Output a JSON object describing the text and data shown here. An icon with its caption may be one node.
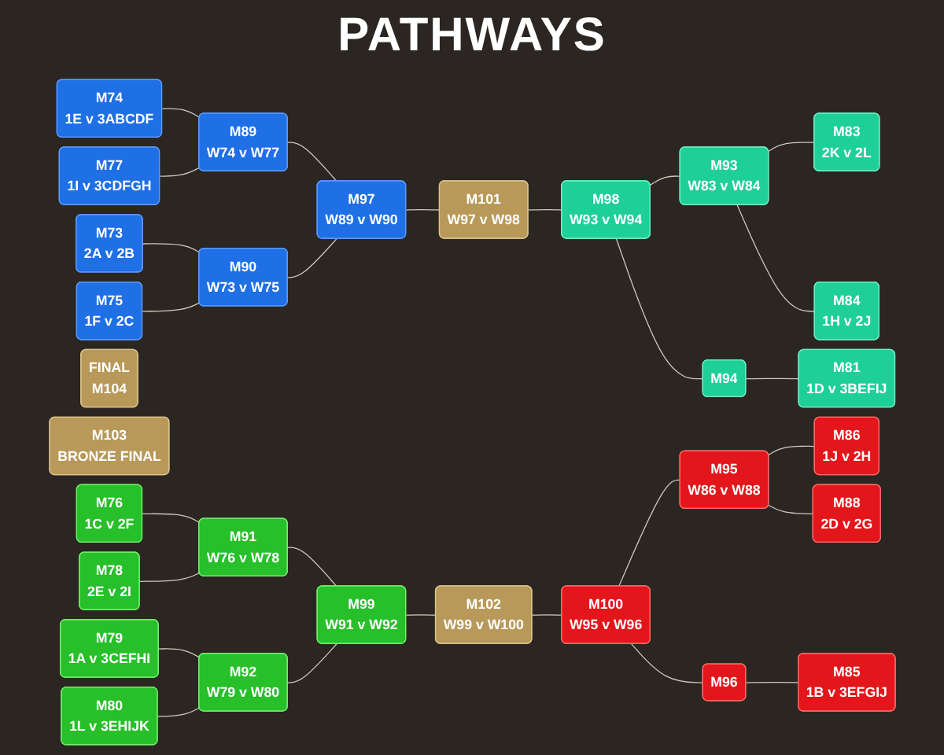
{
  "diagram": {
    "title": "PATHWAYS",
    "nodes": [
      {
        "text": [
          "M74",
          "1E v 3ABCDF"
        ]
      },
      {
        "text": [
          "M77",
          "1I v 3CDFGH"
        ]
      },
      {
        "text": [
          "M73",
          "2A v 2B"
        ]
      },
      {
        "text": [
          "M75",
          "1F v 2C"
        ]
      },
      {
        "text": [
          "M89",
          "W74 v W77"
        ]
      },
      {
        "text": [
          "M90",
          "W73 v W75"
        ]
      },
      {
        "text": [
          "M97",
          "W89 v W90"
        ]
      },
      {
        "text": [
          "M83",
          "2K v 2L"
        ]
      },
      {
        "text": [
          "M84",
          "1H v 2J"
        ]
      },
      {
        "text": [
          "M81",
          "1D v 3BEFIJ"
        ]
      },
      {
        "text": [
          "M93",
          "W83 v W84"
        ]
      },
      {
        "text": [
          "M94"
        ]
      },
      {
        "text": [
          "M98",
          "W93 v W94"
        ]
      },
      {
        "text": [
          "M101",
          "W97 v W98"
        ]
      },
      {
        "text": [
          "FINAL",
          "M104"
        ]
      },
      {
        "text": [
          "M103",
          "BRONZE FINAL"
        ]
      },
      {
        "text": [
          "M102",
          "W99 v W100"
        ]
      },
      {
        "text": [
          "M76",
          "1C v 2F"
        ]
      },
      {
        "text": [
          "M78",
          "2E v 2I"
        ]
      },
      {
        "text": [
          "M79",
          "1A v 3CEFHI"
        ]
      },
      {
        "text": [
          "M80",
          "1L v 3EHIJK"
        ]
      },
      {
        "text": [
          "M91",
          "W76 v W78"
        ]
      },
      {
        "text": [
          "M92",
          "W79 v W80"
        ]
      },
      {
        "text": [
          "M99",
          "W91 v W92"
        ]
      },
      {
        "text": [
          "M86",
          "1J v 2H"
        ]
      },
      {
        "text": [
          "M88",
          "2D v 2G"
        ]
      },
      {
        "text": [
          "M85",
          "1B v 3EFGIJ"
        ]
      },
      {
        "text": [
          "M95",
          "W86 v W88"
        ]
      },
      {
        "text": [
          "M96"
        ]
      },
      {
        "text": [
          "M100",
          "W95 v W96"
        ]
      }
    ],
    "edges": [
      {
        "from": 0,
        "to": 4,
        "arrow": "none"
      },
      {
        "from": 1,
        "to": 4,
        "arrow": "none"
      },
      {
        "from": 2,
        "to": 5,
        "arrow": "none"
      },
      {
        "from": 3,
        "to": 5,
        "arrow": "none"
      },
      {
        "from": 4,
        "to": 6,
        "arrow": "none"
      },
      {
        "from": 5,
        "to": 6,
        "arrow": "none"
      },
      {
        "from": 6,
        "to": 13,
        "arrow": "none"
      },
      {
        "from": 13,
        "to": 12,
        "arrow": "none"
      },
      {
        "from": 12,
        "to": 10,
        "arrow": "none"
      },
      {
        "from": 12,
        "to": 11,
        "arrow": "none"
      },
      {
        "from": 10,
        "to": 7,
        "arrow": "none"
      },
      {
        "from": 10,
        "to": 8,
        "arrow": "none"
      },
      {
        "from": 11,
        "to": 9,
        "arrow": "none"
      },
      {
        "from": 17,
        "to": 21,
        "arrow": "none"
      },
      {
        "from": 18,
        "to": 21,
        "arrow": "none"
      },
      {
        "from": 19,
        "to": 22,
        "arrow": "none"
      },
      {
        "from": 20,
        "to": 22,
        "arrow": "none"
      },
      {
        "from": 21,
        "to": 23,
        "arrow": "none"
      },
      {
        "from": 22,
        "to": 23,
        "arrow": "none"
      },
      {
        "from": 23,
        "to": 16,
        "arrow": "none"
      },
      {
        "from": 16,
        "to": 29,
        "arrow": "none"
      },
      {
        "from": 29,
        "to": 27,
        "arrow": "none"
      },
      {
        "from": 29,
        "to": 28,
        "arrow": "none"
      },
      {
        "from": 27,
        "to": 24,
        "arrow": "none"
      },
      {
        "from": 27,
        "to": 25,
        "arrow": "none"
      },
      {
        "from": 28,
        "to": 26,
        "arrow": "none"
      }
    ]
  }
}
